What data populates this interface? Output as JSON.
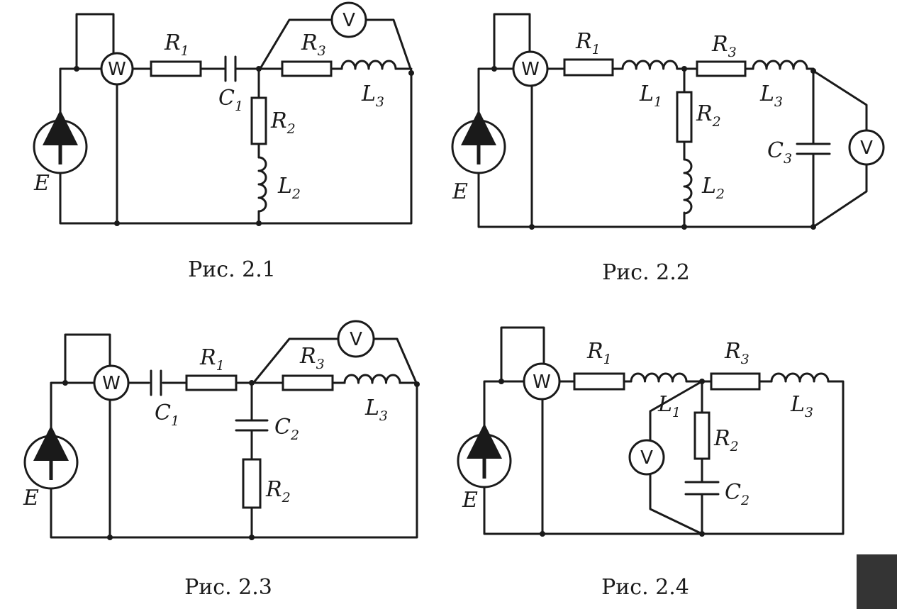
{
  "meters": {
    "wattmeter": "W",
    "voltmeter": "V"
  },
  "labels": {
    "E": "E",
    "R": "R",
    "L": "L",
    "C": "C",
    "s1": "1",
    "s2": "2",
    "s3": "3"
  },
  "captions": [
    "Рис. 2.1",
    "Рис. 2.2",
    "Рис. 2.3",
    "Рис. 2.4"
  ]
}
